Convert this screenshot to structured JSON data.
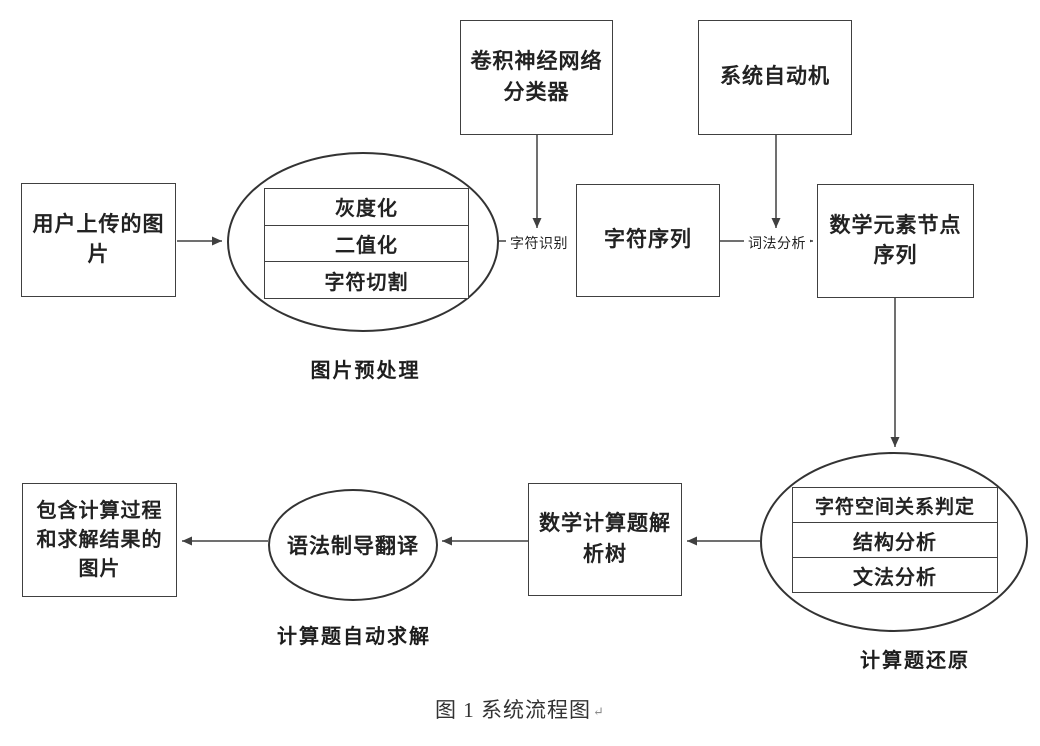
{
  "nodes": {
    "cnn_classifier": "卷积神经网络\n分类器",
    "system_automaton": "系统自动机",
    "user_uploaded_image": "用户上传的图\n片",
    "preprocess_steps": [
      "灰度化",
      "二值化",
      "字符切割"
    ],
    "preprocess_label": "图片预处理",
    "char_sequence": "字符序列",
    "math_element_nodes": "数学元素节点\n序列",
    "restore_steps": [
      "字符空间关系判定",
      "结构分析",
      "文法分析"
    ],
    "restore_label": "计算题还原",
    "parse_tree": "数学计算题解\n析树",
    "syntax_translation": "语法制导翻译",
    "solve_label": "计算题自动求解",
    "result_image": "包含计算过程\n和求解结果的\n图片"
  },
  "edge_labels": {
    "char_recognition": "字符识别",
    "lexical_analysis": "词法分析"
  },
  "caption": {
    "text": "图 1 系统流程图",
    "return_mark": "↵"
  },
  "colors": {
    "line": "#404040",
    "text": "#222222",
    "background": "#ffffff"
  }
}
